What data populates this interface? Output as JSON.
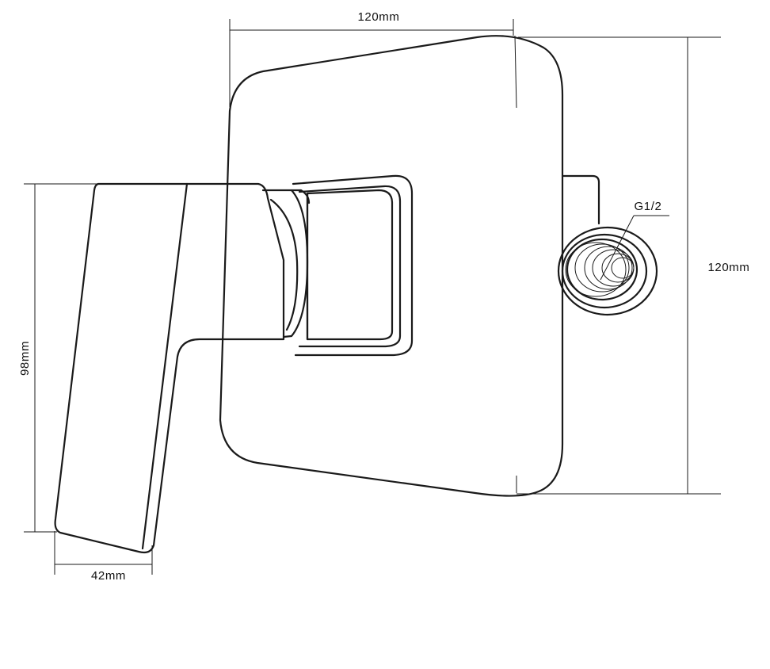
{
  "drawing": {
    "top_width_label": "120mm",
    "right_height_label": "120mm",
    "left_height_label": "98mm",
    "bottom_width_label": "42mm",
    "thread_label": "G1/2"
  }
}
